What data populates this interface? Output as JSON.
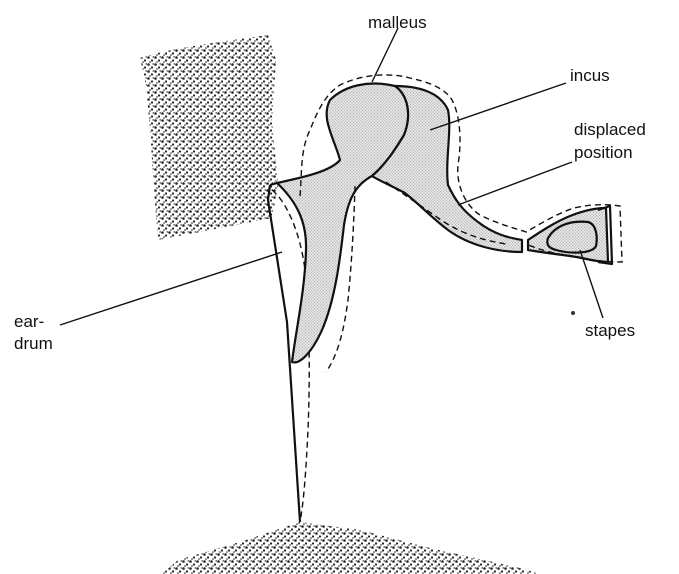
{
  "labels": {
    "malleus": "malleus",
    "incus": "incus",
    "displaced_line1": "displaced",
    "displaced_line2": "position",
    "stapes": "stapes",
    "eardrum_line1": "ear-",
    "eardrum_line2": "drum"
  },
  "colors": {
    "ink": "#111111",
    "ossicle_shading": "#8a8a8a",
    "bone_stipple": "#222222",
    "background": "#ffffff"
  }
}
